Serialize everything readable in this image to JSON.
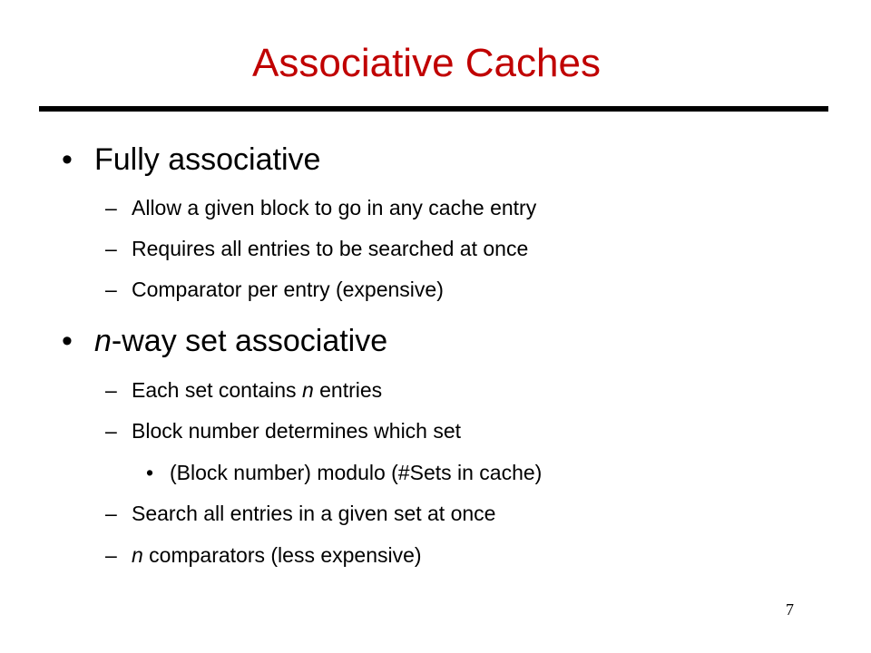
{
  "slide": {
    "title": "Associative Caches",
    "page_number": "7",
    "colors": {
      "title": "#c00000",
      "rule": "#000000",
      "text": "#000000"
    }
  },
  "bullets": [
    {
      "level": 1,
      "marker": "•",
      "prefix_italic": "",
      "text": "Fully associative"
    },
    {
      "level": 2,
      "marker": "–",
      "text": "Allow a given block to go in any cache entry"
    },
    {
      "level": 2,
      "marker": "–",
      "text": "Requires all entries to be searched at once"
    },
    {
      "level": 2,
      "marker": "–",
      "text": "Comparator per entry (expensive)"
    },
    {
      "level": 1,
      "marker": "•",
      "prefix_italic": "n",
      "text": "-way set associative"
    },
    {
      "level": 2,
      "marker": "–",
      "before": "Each set contains ",
      "italic": "n",
      "after": " entries"
    },
    {
      "level": 2,
      "marker": "–",
      "text": "Block number determines which set"
    },
    {
      "level": 3,
      "marker": "•",
      "text": "(Block number) modulo (#Sets in cache)"
    },
    {
      "level": 2,
      "marker": "–",
      "text": "Search all entries in a given set at once"
    },
    {
      "level": 2,
      "marker": "–",
      "prefix_italic": "n",
      "text": " comparators (less expensive)"
    }
  ]
}
